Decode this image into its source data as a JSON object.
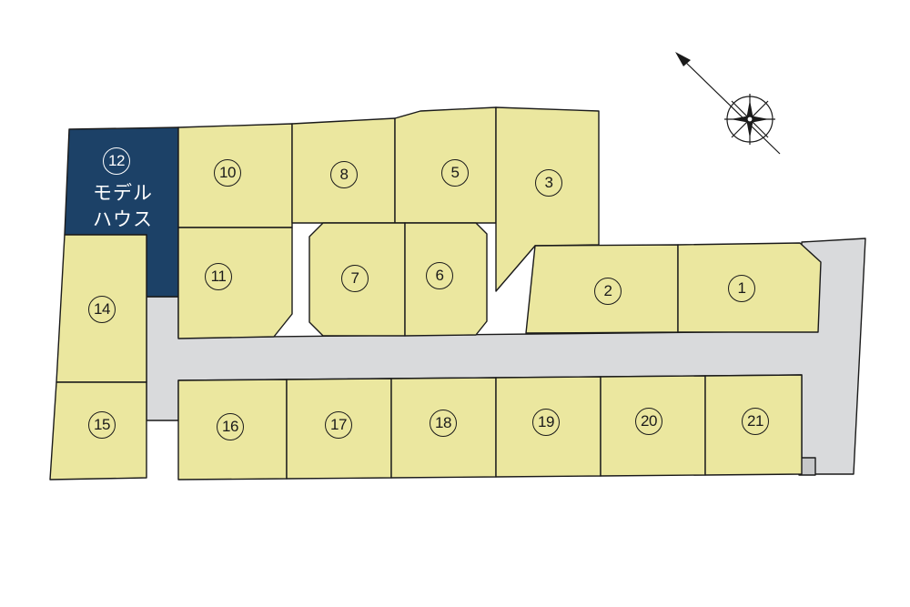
{
  "colors": {
    "background": "#ffffff",
    "lot_fill": "#ebe79f",
    "model_house_fill": "#1c4167",
    "road_fill": "#d9dadc",
    "utility_fill": "#c7c8ca",
    "outline": "#1a1a1a",
    "label_on_dark": "#ffffff"
  },
  "icons": {
    "compass": "north-compass-rose",
    "north_arrow": "north-arrow"
  },
  "model_house": {
    "lot_number": "12",
    "label_line1": "モデル",
    "label_line2": "ハウス"
  },
  "lots": [
    {
      "id": "lot-12",
      "number": "12"
    },
    {
      "id": "lot-10",
      "number": "10"
    },
    {
      "id": "lot-8",
      "number": "8"
    },
    {
      "id": "lot-5",
      "number": "5"
    },
    {
      "id": "lot-3",
      "number": "3"
    },
    {
      "id": "lot-11",
      "number": "11"
    },
    {
      "id": "lot-7",
      "number": "7"
    },
    {
      "id": "lot-6",
      "number": "6"
    },
    {
      "id": "lot-2",
      "number": "2"
    },
    {
      "id": "lot-1",
      "number": "1"
    },
    {
      "id": "lot-14",
      "number": "14"
    },
    {
      "id": "lot-15",
      "number": "15"
    },
    {
      "id": "lot-16",
      "number": "16"
    },
    {
      "id": "lot-17",
      "number": "17"
    },
    {
      "id": "lot-18",
      "number": "18"
    },
    {
      "id": "lot-19",
      "number": "19"
    },
    {
      "id": "lot-20",
      "number": "20"
    },
    {
      "id": "lot-21",
      "number": "21"
    }
  ]
}
